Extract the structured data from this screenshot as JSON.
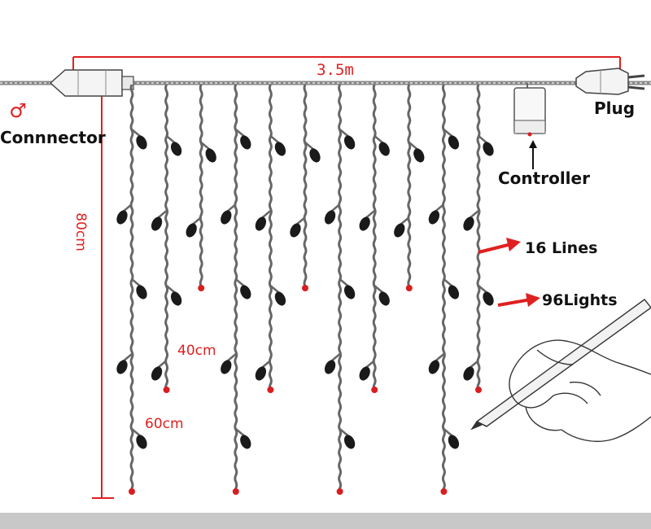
{
  "labels": {
    "width": "3.5m",
    "height": "80cm",
    "mid_length": "40cm",
    "short_length": "60cm",
    "connector": "Connnector",
    "connector_symbol": "♂",
    "plug": "Plug",
    "controller": "Controller",
    "lines_count": "16 Lines",
    "lights_count": "96Lights"
  },
  "colors": {
    "accent": "#e02020",
    "wire": "#666666",
    "bulb": "#1a1a1a",
    "tip": "#d81e1e"
  },
  "strands": [
    {
      "id": 1,
      "drop_cm": 80
    },
    {
      "id": 2,
      "drop_cm": 60
    },
    {
      "id": 3,
      "drop_cm": 40
    },
    {
      "id": 4,
      "drop_cm": 80
    },
    {
      "id": 5,
      "drop_cm": 60
    },
    {
      "id": 6,
      "drop_cm": 40
    },
    {
      "id": 7,
      "drop_cm": 80
    },
    {
      "id": 8,
      "drop_cm": 60
    },
    {
      "id": 9,
      "drop_cm": 40
    },
    {
      "id": 10,
      "drop_cm": 80
    },
    {
      "id": 11,
      "drop_cm": 60
    }
  ],
  "icons": [
    "connector-icon",
    "plug-icon",
    "controller-icon",
    "pencil-hand-icon",
    "arrow-icon"
  ]
}
